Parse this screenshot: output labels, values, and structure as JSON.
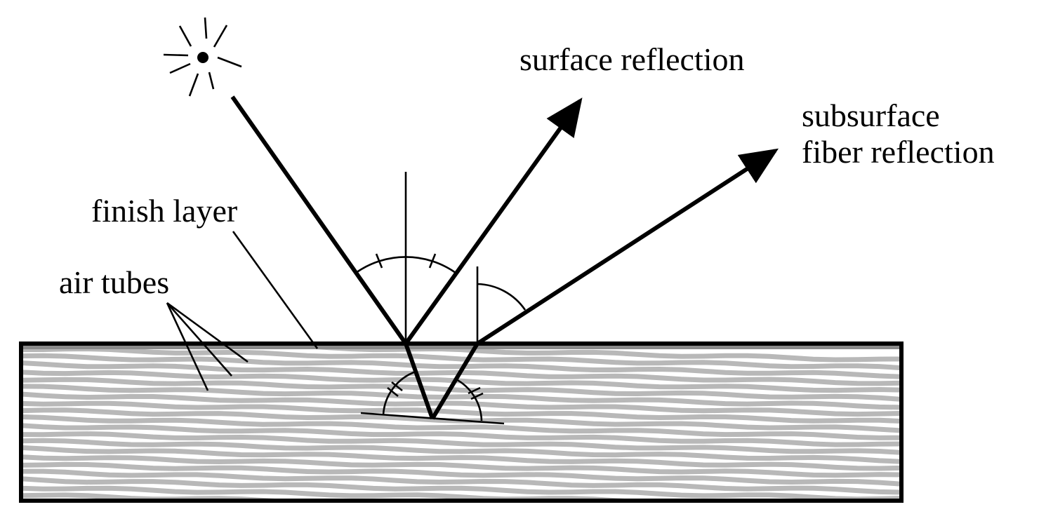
{
  "labels": {
    "surface_reflection": "surface reflection",
    "subsurface_line1": "subsurface",
    "subsurface_line2": "fiber reflection",
    "finish_layer": "finish layer",
    "air_tubes": "air tubes"
  },
  "icons": {
    "light_source": "sun-icon"
  },
  "colors": {
    "ink": "#000000",
    "wood_fiber": "#b8b8b8",
    "finish_layer": "#8a8a8a",
    "background": "#ffffff"
  }
}
